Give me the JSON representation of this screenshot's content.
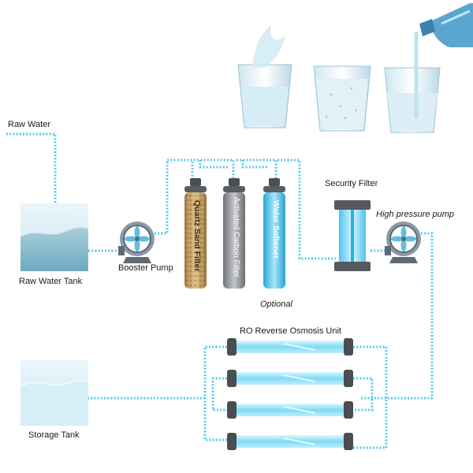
{
  "labels": {
    "raw_water": "Raw Water",
    "raw_water_tank": "Raw Water Tank",
    "booster_pump": "Booster Pump",
    "quartz_sand_filter": "Quartz Sand Filter",
    "activated_carbon_filter": "Activated Carbon Filter",
    "water_softener": "Water Softener",
    "optional": "Optional",
    "security_filter": "Security Filter",
    "high_pressure_pump": "High pressure pump",
    "ro_unit": "RO Reverse Osmosis Unit",
    "storage_tank": "Storage Tank"
  },
  "colors": {
    "pipe": "#57c8ee",
    "tank_water": "#8fc3d6",
    "membrane": "#8fe0f5",
    "pump": "#8a9aa8",
    "quartz": "#c9a36a",
    "carbon": "#9ea0a3",
    "softener": "#4fc5ef"
  },
  "icons": [
    "pump-icon",
    "glass-icon",
    "bottle-icon"
  ]
}
